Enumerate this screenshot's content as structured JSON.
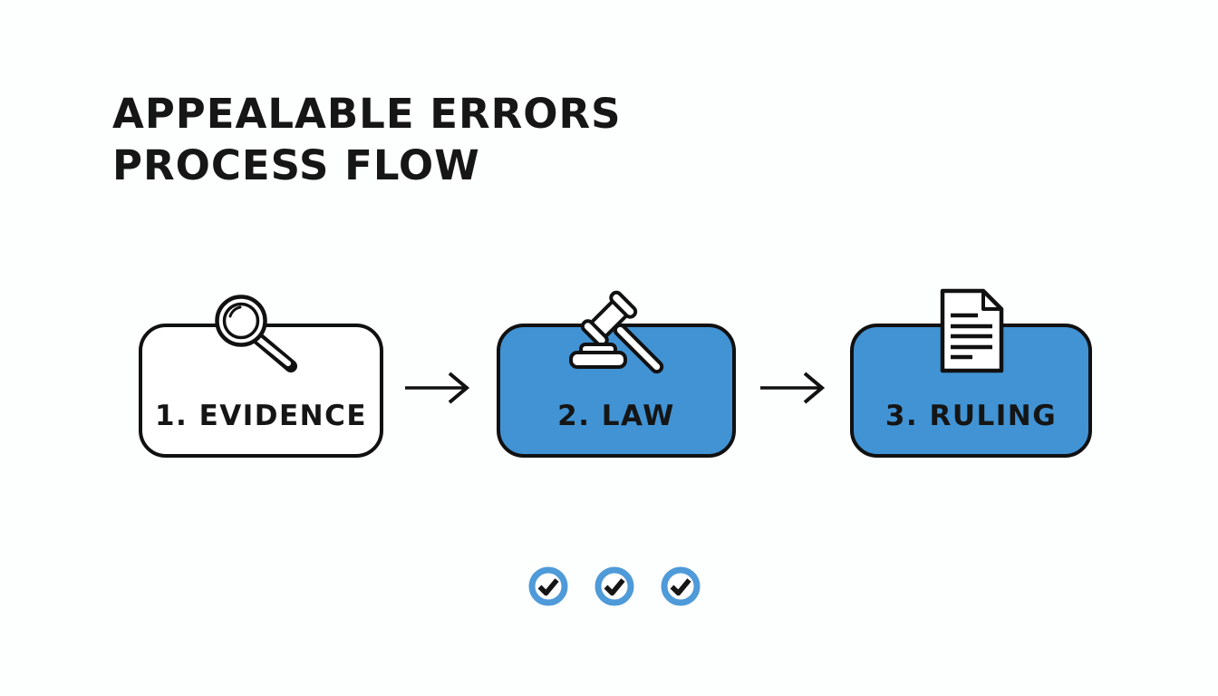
{
  "title": {
    "line1": "APPEALABLE ERRORS",
    "line2": "PROCESS FLOW"
  },
  "steps": [
    {
      "label": "1. EVIDENCE",
      "icon": "magnifier-icon",
      "variant": "white"
    },
    {
      "label": "2. LAW",
      "icon": "gavel-icon",
      "variant": "blue"
    },
    {
      "label": "3. RULING",
      "icon": "document-icon",
      "variant": "blue"
    }
  ],
  "connectors": [
    {
      "type": "arrow-right"
    },
    {
      "type": "arrow-right"
    }
  ],
  "checkmarks": [
    {
      "state": "checked"
    },
    {
      "state": "checked"
    },
    {
      "state": "checked"
    }
  ],
  "colors": {
    "step_blue": "#4193d4",
    "check_ring": "#4f9ad8",
    "ink": "#161616",
    "background": "#fdfefe"
  }
}
